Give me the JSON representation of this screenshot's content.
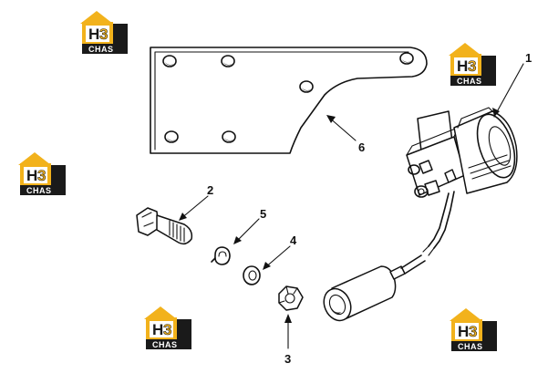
{
  "diagram": {
    "callouts": [
      "1",
      "2",
      "3",
      "4",
      "5",
      "6"
    ]
  },
  "watermark": {
    "text": "CHAS",
    "logo": "H3",
    "accent": "#f2b21c",
    "dark": "#1a1a1a"
  }
}
